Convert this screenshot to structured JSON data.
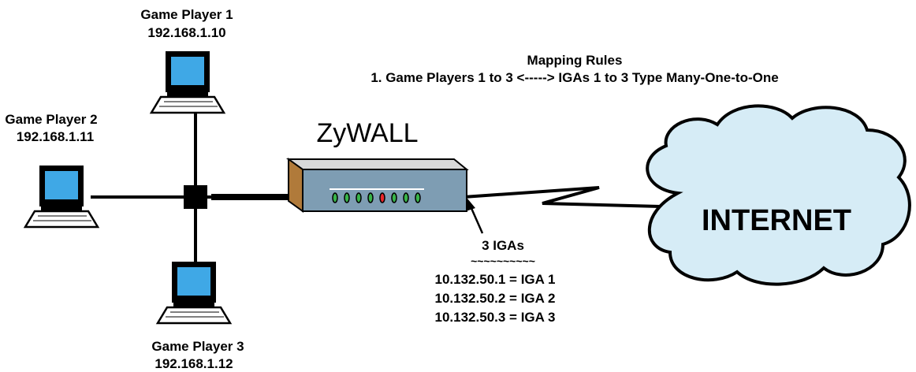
{
  "players": [
    {
      "name": "Game Player 1",
      "ip": "192.168.1.10"
    },
    {
      "name": "Game Player 2",
      "ip": "192.168.1.11"
    },
    {
      "name": "Game Player 3",
      "ip": "192.168.1.12"
    }
  ],
  "rules": {
    "title": "Mapping Rules",
    "line1": "1. Game Players 1 to 3 <-----> IGAs 1 to 3 Type Many-One-to-One"
  },
  "device": {
    "label": "ZyWALL"
  },
  "cloud": {
    "label": "INTERNET"
  },
  "igas": {
    "title": "3 IGAs",
    "separator": "~~~~~~~~~~",
    "entries": [
      "10.132.50.1 = IGA 1",
      "10.132.50.2 = IGA 2",
      "10.132.50.3 = IGA 3"
    ]
  },
  "colors": {
    "screen": "#3fa8e6",
    "device_front": "#7e9db3",
    "device_side": "#b07a3a",
    "device_top": "#d8d8d8",
    "cloud": "#d6ecf6",
    "led_green": "#39b54a",
    "led_red": "#e8262a"
  }
}
